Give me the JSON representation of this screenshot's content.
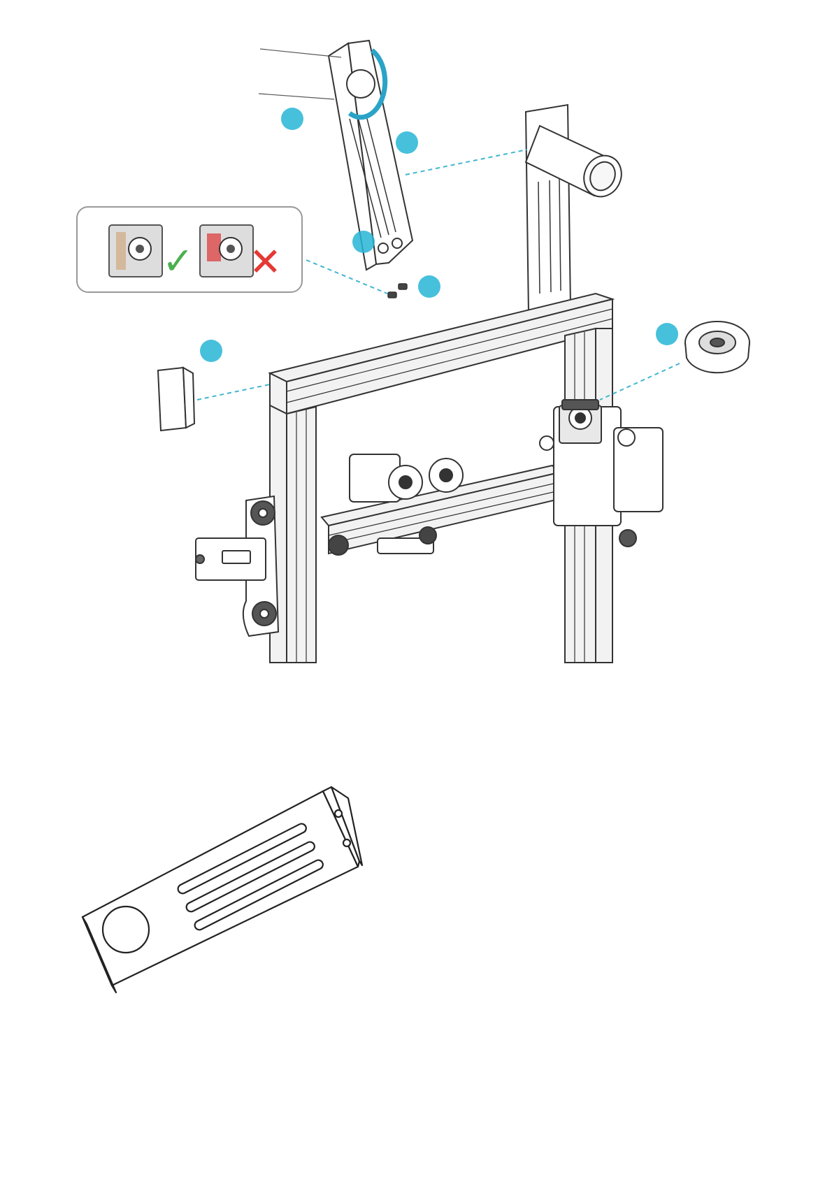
{
  "document": {
    "type": "assembly-instructions-page"
  },
  "assembly_diagram": {
    "callouts": [
      {
        "id": "callout-upper-arm",
        "label": ""
      },
      {
        "id": "callout-spool-holder-bracket",
        "label": ""
      },
      {
        "id": "callout-bracket-lower",
        "label": ""
      },
      {
        "id": "callout-screws",
        "label": ""
      },
      {
        "id": "callout-end-cap",
        "label": ""
      },
      {
        "id": "callout-knob",
        "label": ""
      }
    ],
    "inset": {
      "correct_symbol": "✓",
      "incorrect_symbol": "✕",
      "correct_color": "#4caf50",
      "incorrect_color": "#e53935"
    },
    "colors": {
      "callout": "#27b5d6",
      "highlight_ring": "#2aa3c7",
      "dashed_leader": "#41b6cf",
      "line": "#333333",
      "frame_fill": "#f2f2f2"
    }
  },
  "part_detail": {
    "part": "spool-holder-bracket"
  }
}
